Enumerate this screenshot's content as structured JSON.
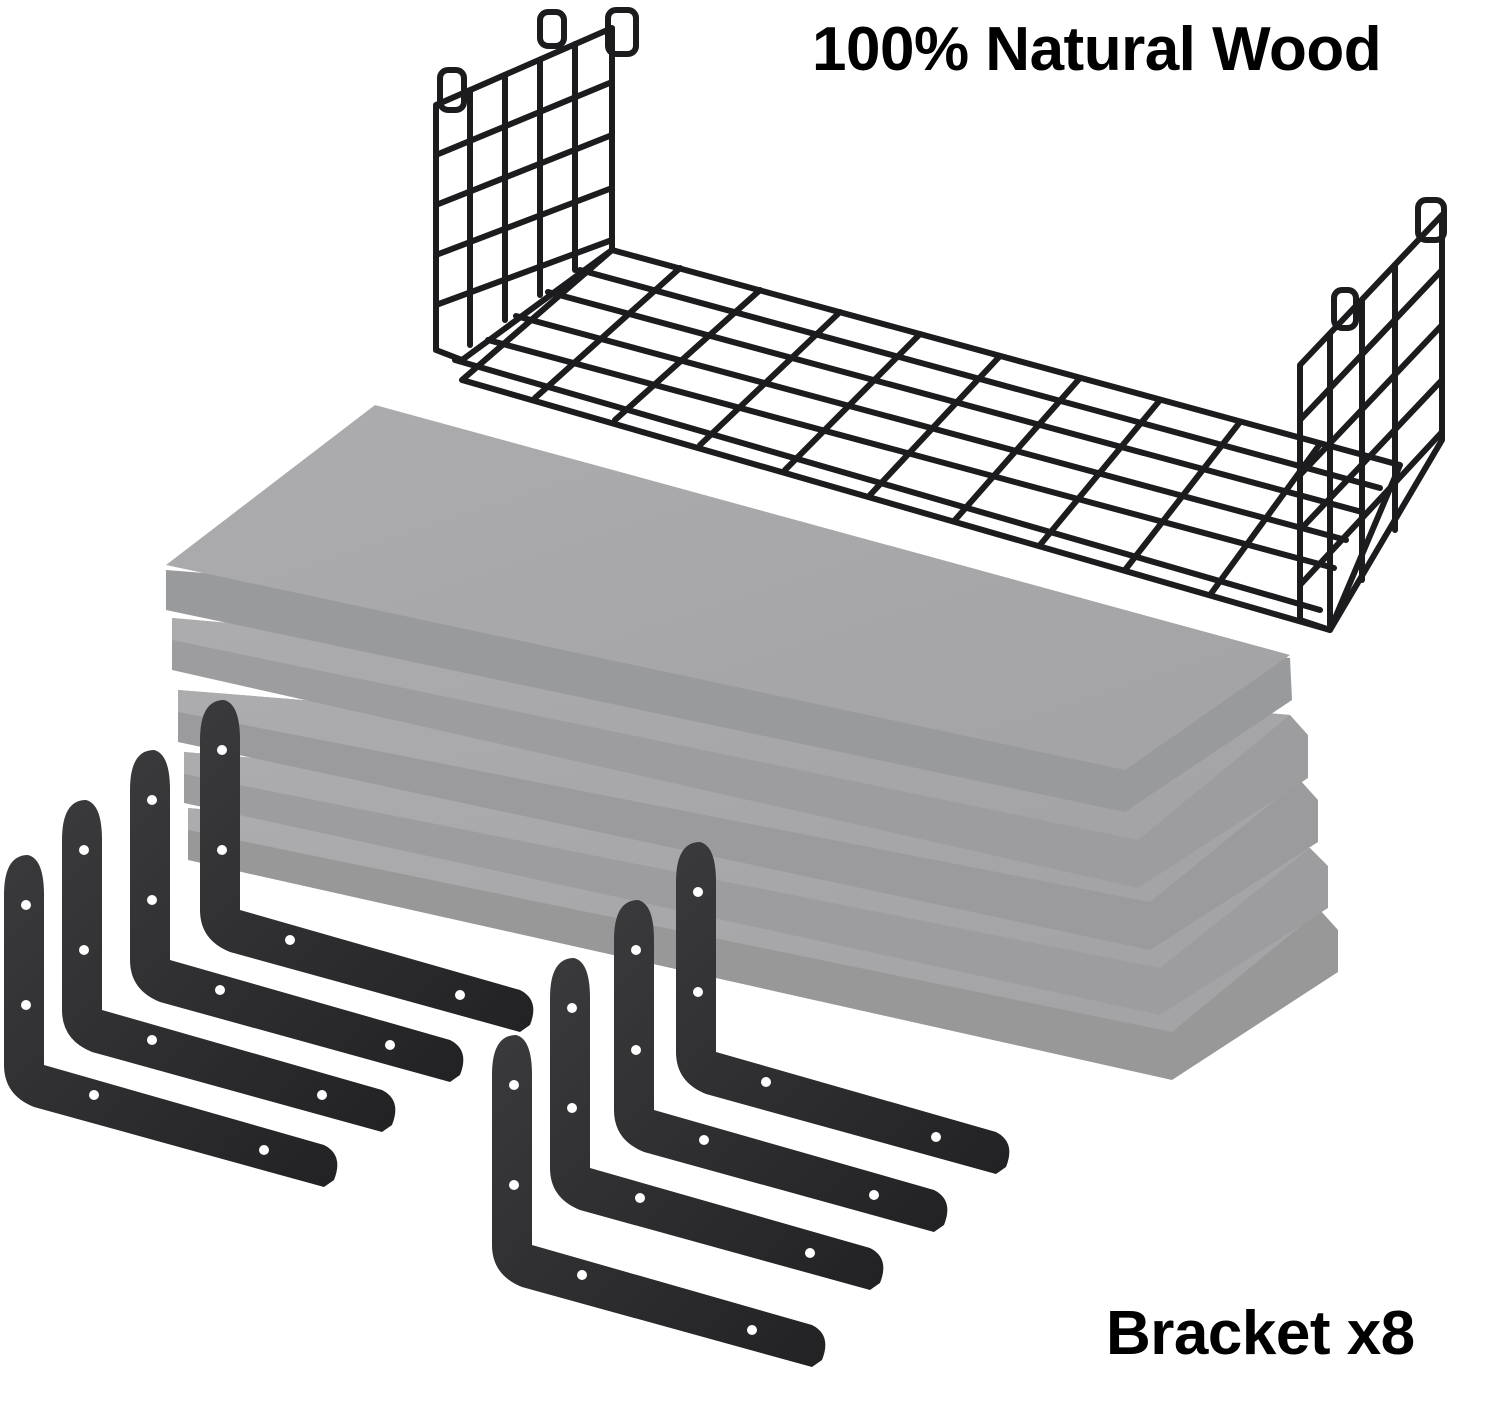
{
  "captions": {
    "material": "100% Natural Wood",
    "bracket_count": "Bracket x8"
  },
  "colors": {
    "background": "#ffffff",
    "shelf_top": "#a9a9ab",
    "shelf_edge": "#989899",
    "wire": "#1c1c1e",
    "bracket": "#2b2b2d",
    "text": "#000000"
  },
  "product": {
    "shelf_count": 5,
    "bracket_count": 8,
    "basket_count": 1
  }
}
